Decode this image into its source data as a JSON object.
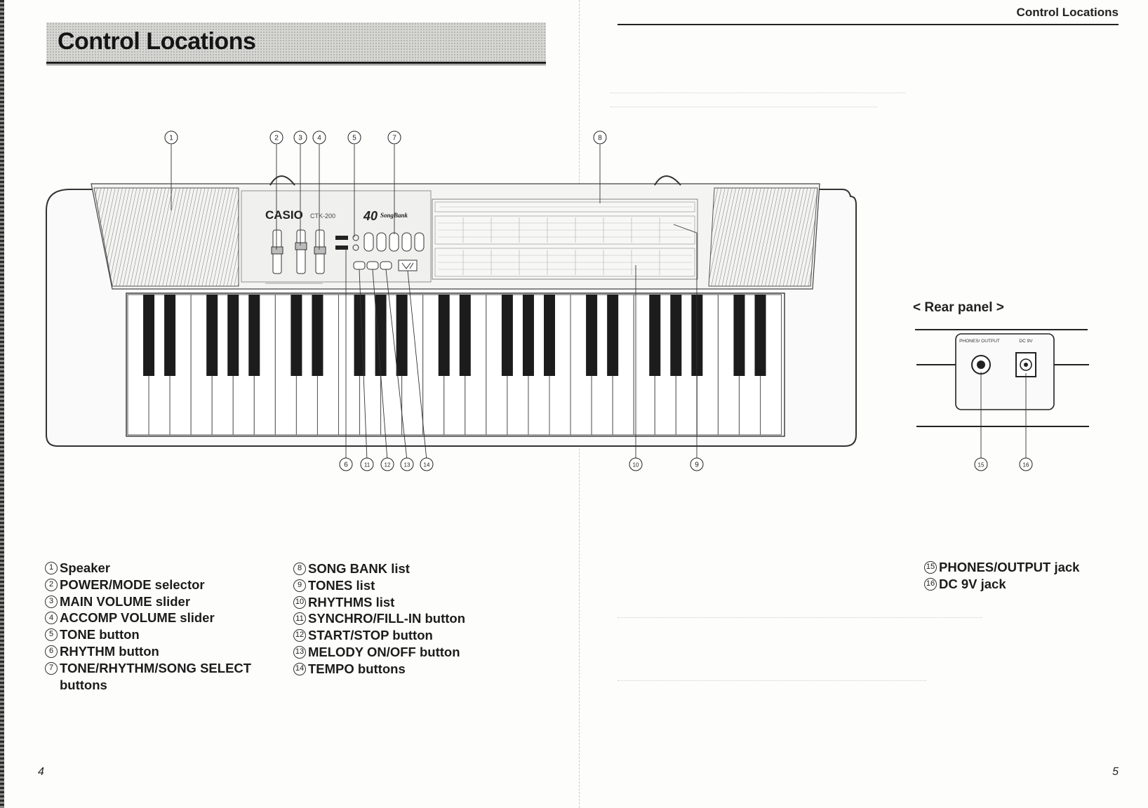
{
  "page": {
    "title": "Control Locations",
    "running_head": "Control Locations",
    "page_left": "4",
    "page_right": "5"
  },
  "keyboard": {
    "brand": "CASIO",
    "model": "CTK-200",
    "badge_number": "40",
    "badge_text": "SongBank"
  },
  "rear_panel": {
    "label": "< Rear panel >",
    "phones_label": "PHONES/ OUTPUT",
    "dc_label": "DC 9V"
  },
  "callouts": [
    "1",
    "2",
    "3",
    "4",
    "5",
    "6",
    "7",
    "8",
    "9",
    "10",
    "11",
    "12",
    "13",
    "14",
    "15",
    "16"
  ],
  "legend": {
    "col1": [
      {
        "num": "1",
        "text": "Speaker"
      },
      {
        "num": "2",
        "text": "POWER/MODE selector"
      },
      {
        "num": "3",
        "text": "MAIN VOLUME slider"
      },
      {
        "num": "4",
        "text": "ACCOMP VOLUME slider"
      },
      {
        "num": "5",
        "text": "TONE button"
      },
      {
        "num": "6",
        "text": "RHYTHM button"
      },
      {
        "num": "7",
        "text": "TONE/RHYTHM/SONG SELECT buttons"
      }
    ],
    "col2": [
      {
        "num": "8",
        "text": "SONG BANK list"
      },
      {
        "num": "9",
        "text": "TONES list"
      },
      {
        "num": "10",
        "text": "RHYTHMS list"
      },
      {
        "num": "11",
        "text": "SYNCHRO/FILL-IN button"
      },
      {
        "num": "12",
        "text": "START/STOP button"
      },
      {
        "num": "13",
        "text": "MELODY ON/OFF button"
      },
      {
        "num": "14",
        "text": "TEMPO buttons"
      }
    ],
    "col3": [
      {
        "num": "15",
        "text": "PHONES/OUTPUT jack"
      },
      {
        "num": "16",
        "text": "DC 9V jack"
      }
    ]
  }
}
